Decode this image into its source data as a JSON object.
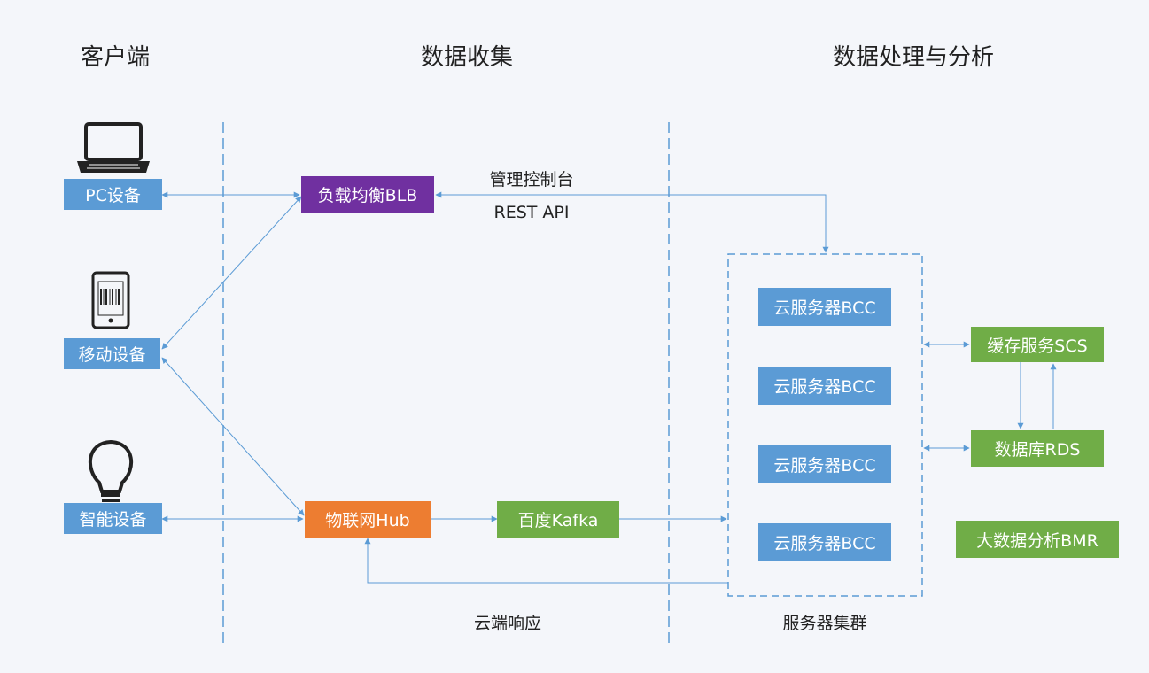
{
  "columns": {
    "client": "客户端",
    "collect": "数据收集",
    "process": "数据处理与分析"
  },
  "devices": {
    "pc": "PC设备",
    "mobile": "移动设备",
    "smart": "智能设备"
  },
  "services": {
    "blb": "负载均衡BLB",
    "hub": "物联网Hub",
    "kafka": "百度Kafka",
    "bcc": [
      "云服务器BCC",
      "云服务器BCC",
      "云服务器BCC",
      "云服务器BCC"
    ],
    "scs": "缓存服务SCS",
    "rds": "数据库RDS",
    "bmr": "大数据分析BMR"
  },
  "labels": {
    "console": "管理控制台",
    "rest_api": "REST API",
    "cloud_response": "云端响应",
    "cluster": "服务器集群"
  },
  "icons": [
    "laptop-icon",
    "tablet-icon",
    "lightbulb-icon"
  ],
  "colors": {
    "blue": "#5b9bd5",
    "purple": "#7030a0",
    "orange": "#ed7d31",
    "green": "#70ad47",
    "line": "#5b9bd5"
  }
}
